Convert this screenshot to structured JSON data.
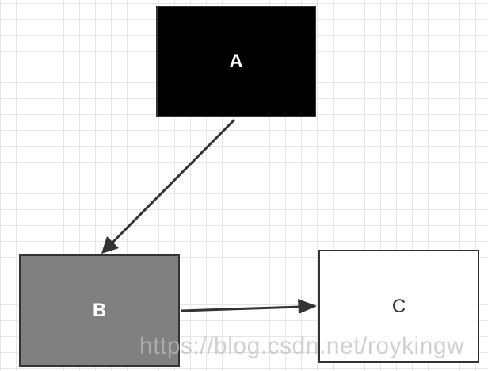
{
  "diagram": {
    "nodes": [
      {
        "id": "A",
        "label": "A",
        "fill": "#000000",
        "text_color": "#ffffff"
      },
      {
        "id": "B",
        "label": "B",
        "fill": "#808080",
        "text_color": "#ffffff"
      },
      {
        "id": "C",
        "label": "C",
        "fill": "#ffffff",
        "text_color": "#333333"
      }
    ],
    "edges": [
      {
        "from": "A",
        "to": "B"
      },
      {
        "from": "B",
        "to": "C"
      }
    ],
    "grid": true,
    "edge_color": "#333333",
    "border_color": "#333333"
  },
  "watermark": "https://blog.csdn.net/roykingw"
}
